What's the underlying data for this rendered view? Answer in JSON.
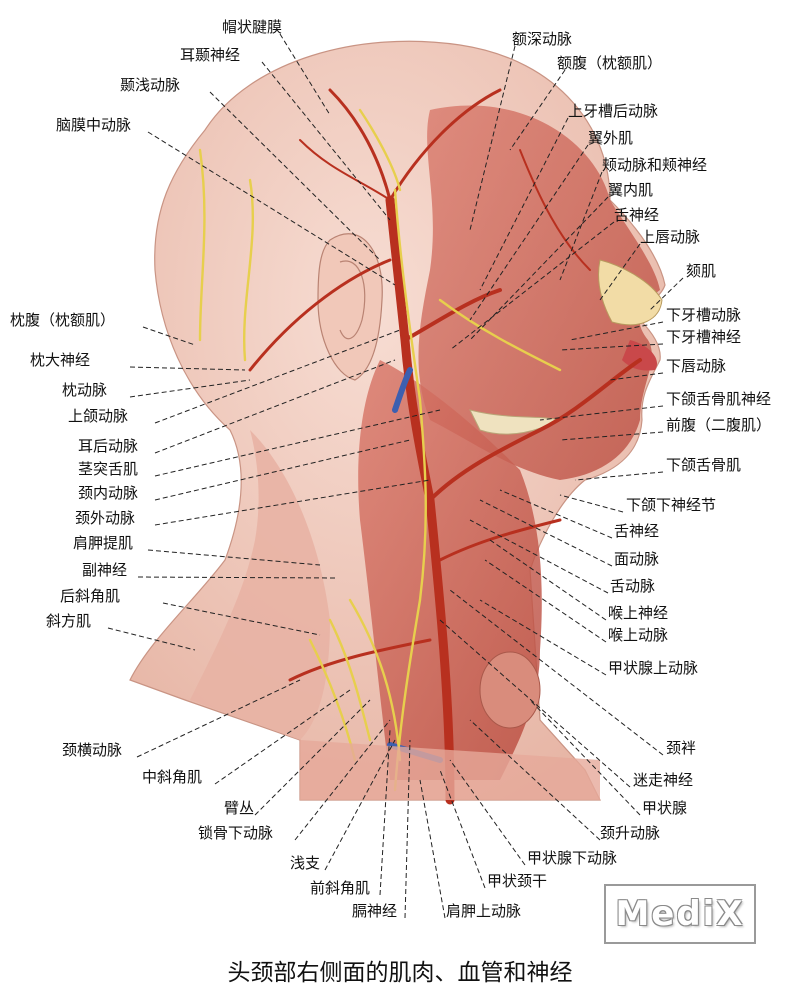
{
  "caption": "头颈部右侧面的肌肉、血管和神经",
  "logo_text": "MediX",
  "colors": {
    "muscle": "#c8574a",
    "artery": "#c23a2a",
    "nerve": "#e8d35a",
    "skin": "#f3d2c6",
    "vein": "#3d5fb0",
    "bone": "#f2e6c4"
  },
  "labels_left": [
    "帽状腱膜",
    "耳颞神经",
    "颞浅动脉",
    "脑膜中动脉",
    "枕腹（枕额肌）",
    "枕大神经",
    "枕动脉",
    "上颌动脉",
    "耳后动脉",
    "茎突舌肌",
    "颈内动脉",
    "颈外动脉",
    "肩胛提肌",
    "副神经",
    "后斜角肌",
    "斜方肌",
    "颈横动脉",
    "中斜角肌",
    "臂丛",
    "锁骨下动脉",
    "浅支",
    "前斜角肌",
    "膈神经"
  ],
  "labels_right": [
    "额深动脉",
    "额腹（枕额肌）",
    "上牙槽后动脉",
    "翼外肌",
    "颊动脉和颊神经",
    "翼内肌",
    "舌神经",
    "上唇动脉",
    "颏肌",
    "下牙槽动脉",
    "下牙槽神经",
    "下唇动脉",
    "下颌舌骨肌神经",
    "前腹（二腹肌）",
    "下颌舌骨肌",
    "下颌下神经节",
    "舌神经",
    "面动脉",
    "舌动脉",
    "喉上神经",
    "喉上动脉",
    "甲状腺上动脉",
    "颈袢",
    "迷走神经",
    "甲状腺",
    "颈升动脉",
    "甲状腺下动脉",
    "甲状颈干",
    "肩胛上动脉"
  ]
}
